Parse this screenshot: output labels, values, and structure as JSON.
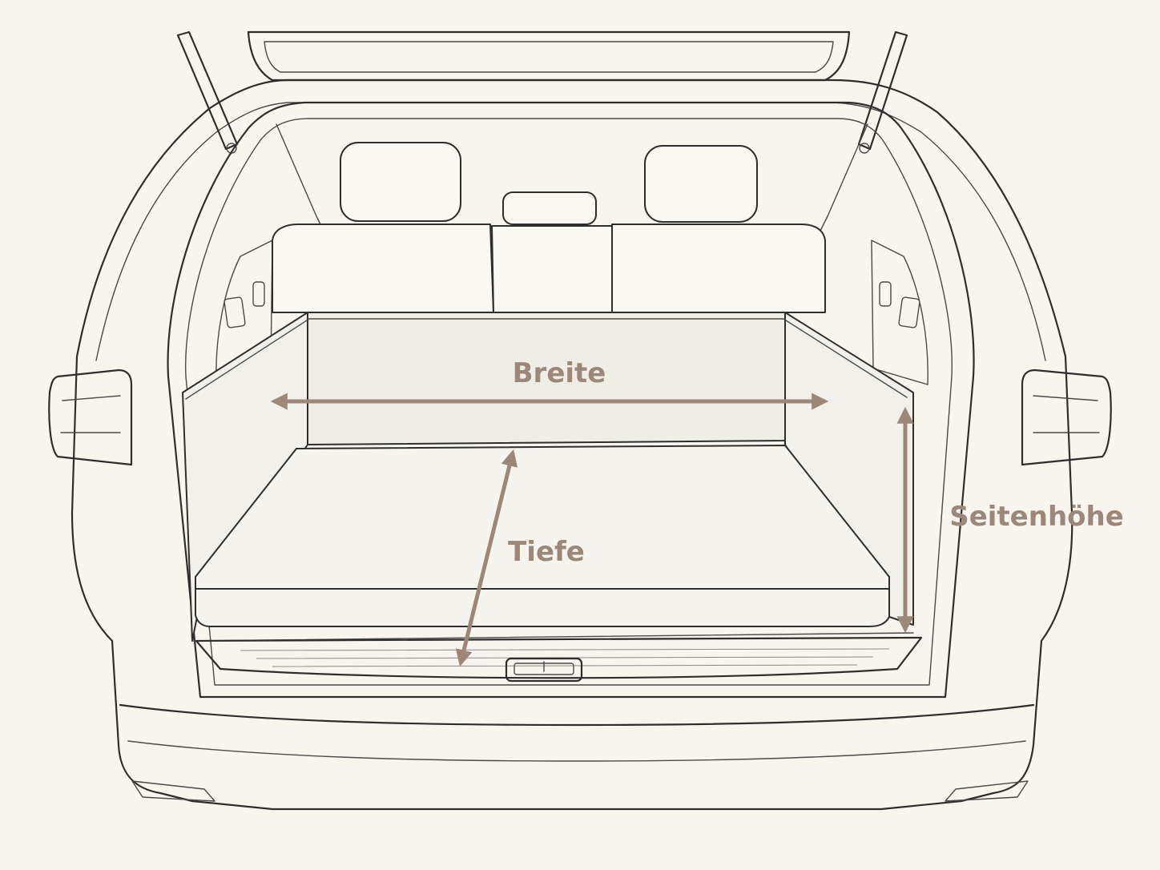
{
  "diagram": {
    "labels": {
      "width": "Breite",
      "depth": "Tiefe",
      "side_height": "Seitenhöhe"
    },
    "colors": {
      "background": "#f8f5ef",
      "dimension": "#9c8878",
      "outline": "#2e2e2e",
      "bed_fill": "#eeede6"
    }
  }
}
